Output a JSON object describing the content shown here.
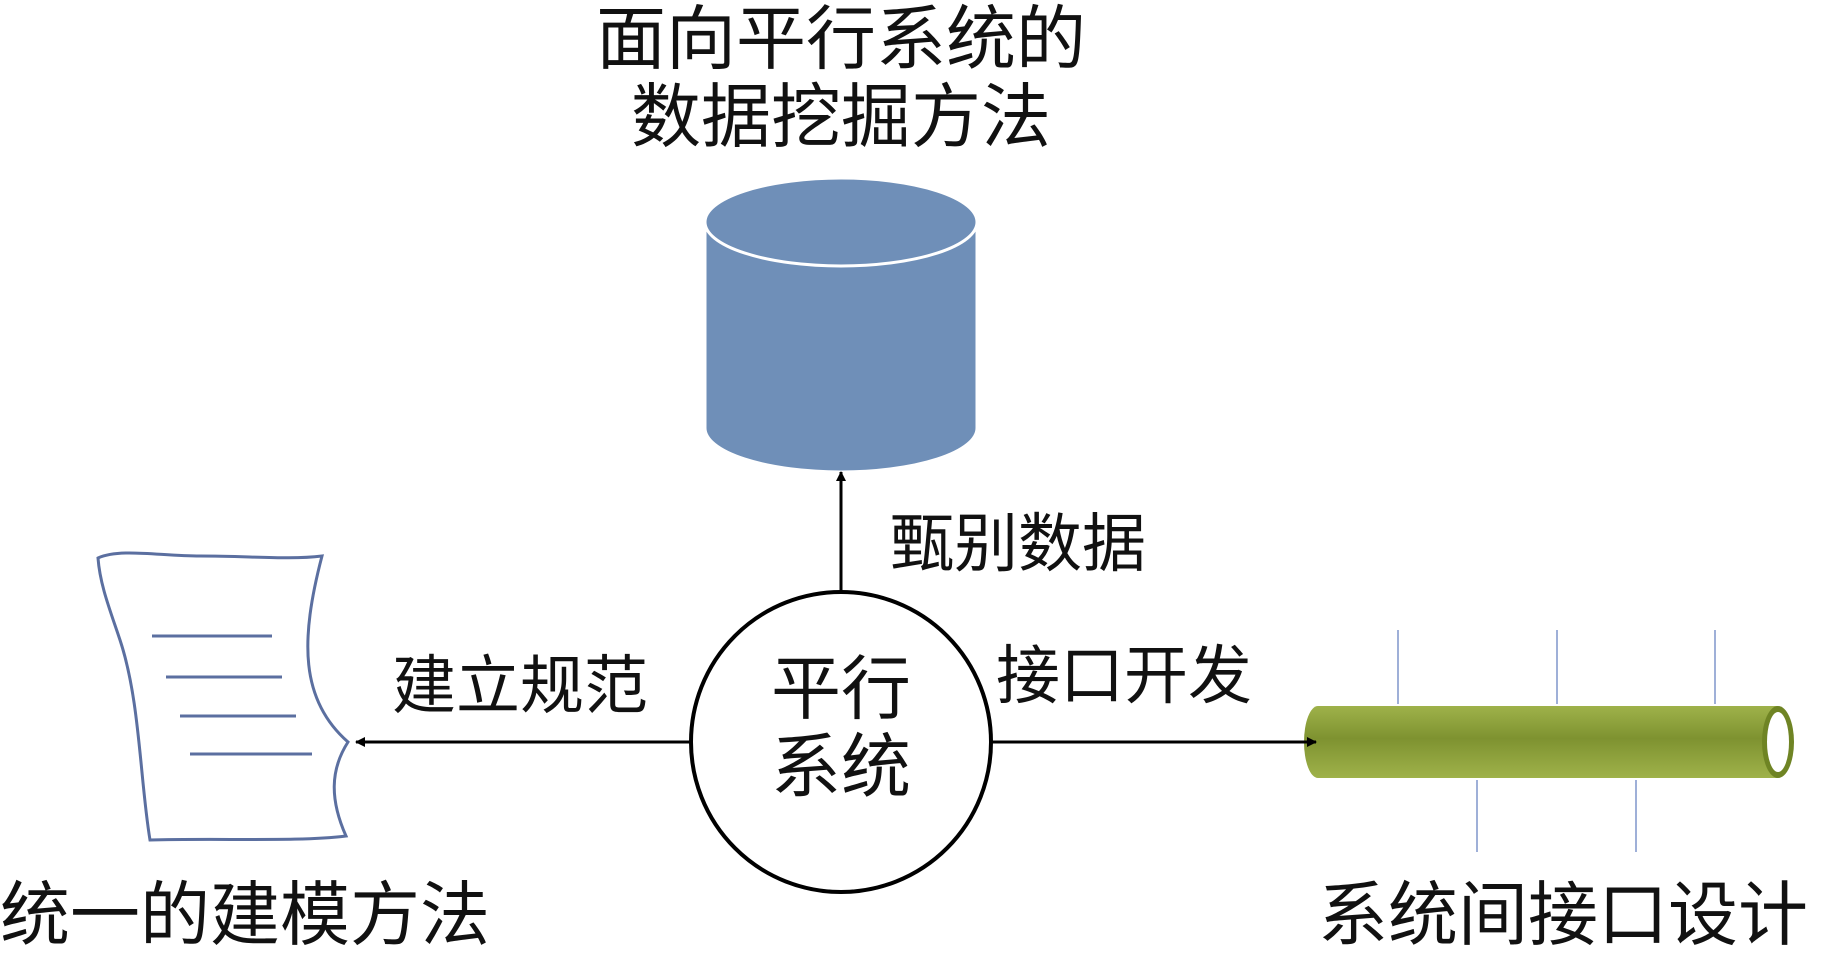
{
  "labels": {
    "top_title_line1": "面向平行系统的",
    "top_title_line2": "数据挖掘方法",
    "center_line1": "平行",
    "center_line2": "系统",
    "edge_up": "甄别数据",
    "edge_left": "建立规范",
    "edge_right": "接口开发",
    "bottom_left": "统一的建模方法",
    "bottom_right": "系统间接口设计"
  },
  "colors": {
    "database_fill": "#6f8fb8",
    "database_stroke": "#ffffff",
    "document_stroke": "#5b6fa0",
    "document_fill": "#f4f8ff",
    "pipe_green": "#8fa33a",
    "pipe_green_dark": "#6f8424",
    "pipe_grid_line": "#9fb0d8",
    "line": "#000000"
  },
  "icons": {
    "database": "database-cylinder-icon",
    "document": "document-scroll-icon",
    "pipe": "pipe-interface-icon"
  }
}
